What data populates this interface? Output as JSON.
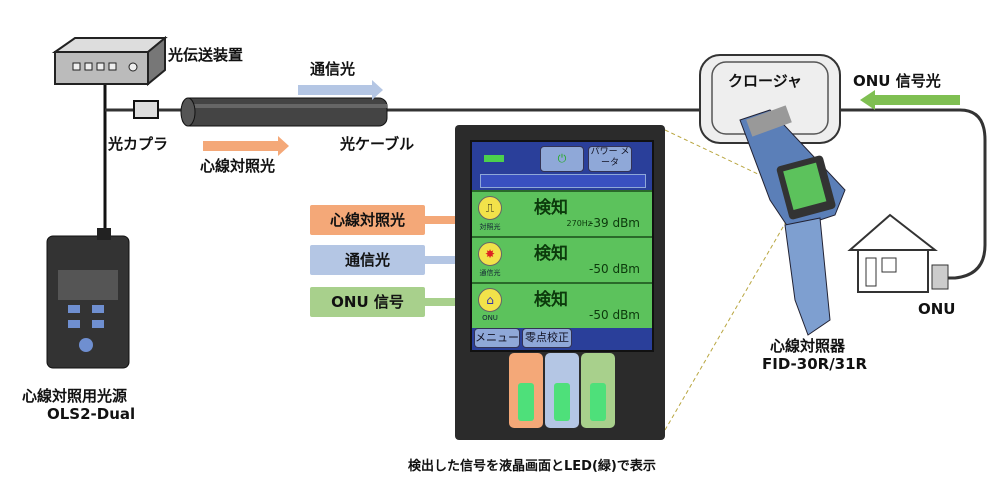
{
  "labels": {
    "transmitter": "光伝送装置",
    "coupler": "光カプラ",
    "cable": "光ケーブル",
    "comm_light": "通信光",
    "core_light": "心線対照光",
    "closure": "クロージャ",
    "onu_signal_light": "ONU 信号光",
    "onu": "ONU",
    "source_name": "心線対照用光源",
    "source_model": "OLS2-Dual",
    "device_name": "心線対照器",
    "device_model": "FID-30R/31R",
    "caption": "検出した信号を液晶画面とLED(緑)で表示"
  },
  "callouts": [
    {
      "label": "心線対照光",
      "color": "#f4a878"
    },
    {
      "label": "通信光",
      "color": "#b4c6e4"
    },
    {
      "label": "ONU 信号",
      "color": "#a8d08c"
    }
  ],
  "screen": {
    "param_button": "パワー メータ",
    "rows": [
      {
        "status": "検知",
        "icon_label": "対照光",
        "freq": "270Hz",
        "value": "-39 dBm"
      },
      {
        "status": "検知",
        "icon_label": "通信光",
        "freq": "",
        "value": "-50 dBm"
      },
      {
        "status": "検知",
        "icon_label": "ONU",
        "freq": "",
        "value": "-50 dBm"
      }
    ],
    "menu_button": "メニュー",
    "zero_button": "零点校正"
  },
  "colors": {
    "screen_green": "#5cc25c",
    "screen_blue": "#2a3f9a",
    "orange": "#f4a878",
    "blue": "#b4c6e4",
    "green": "#a8d08c"
  }
}
